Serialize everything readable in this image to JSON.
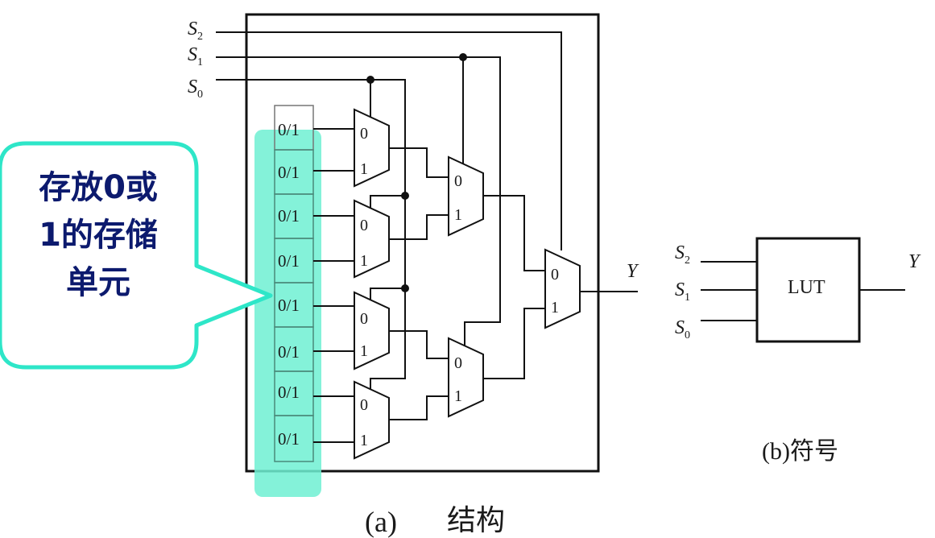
{
  "callout": {
    "lines": [
      "存放0或",
      "1的存储",
      "单元"
    ],
    "fill_color": "#ffffff",
    "border_color": "#2ee6c8"
  },
  "memory_cells": [
    "0/1",
    "0/1",
    "0/1",
    "0/1",
    "0/1",
    "0/1",
    "0/1",
    "0/1"
  ],
  "highlight_color": "#6ff0d2",
  "select_signals": {
    "s2": {
      "base": "S",
      "sub": "2"
    },
    "s1": {
      "base": "S",
      "sub": "1"
    },
    "s0": {
      "base": "S",
      "sub": "0"
    }
  },
  "mux_inputs": {
    "in0": "0",
    "in1": "1"
  },
  "output_label": "Y",
  "captions": {
    "a_letter": "(a)",
    "a_text": "结构",
    "b": "(b)符号"
  },
  "lut": {
    "label": "LUT",
    "output": "Y",
    "inputs": [
      {
        "base": "S",
        "sub": "2"
      },
      {
        "base": "S",
        "sub": "1"
      },
      {
        "base": "S",
        "sub": "0"
      }
    ]
  }
}
